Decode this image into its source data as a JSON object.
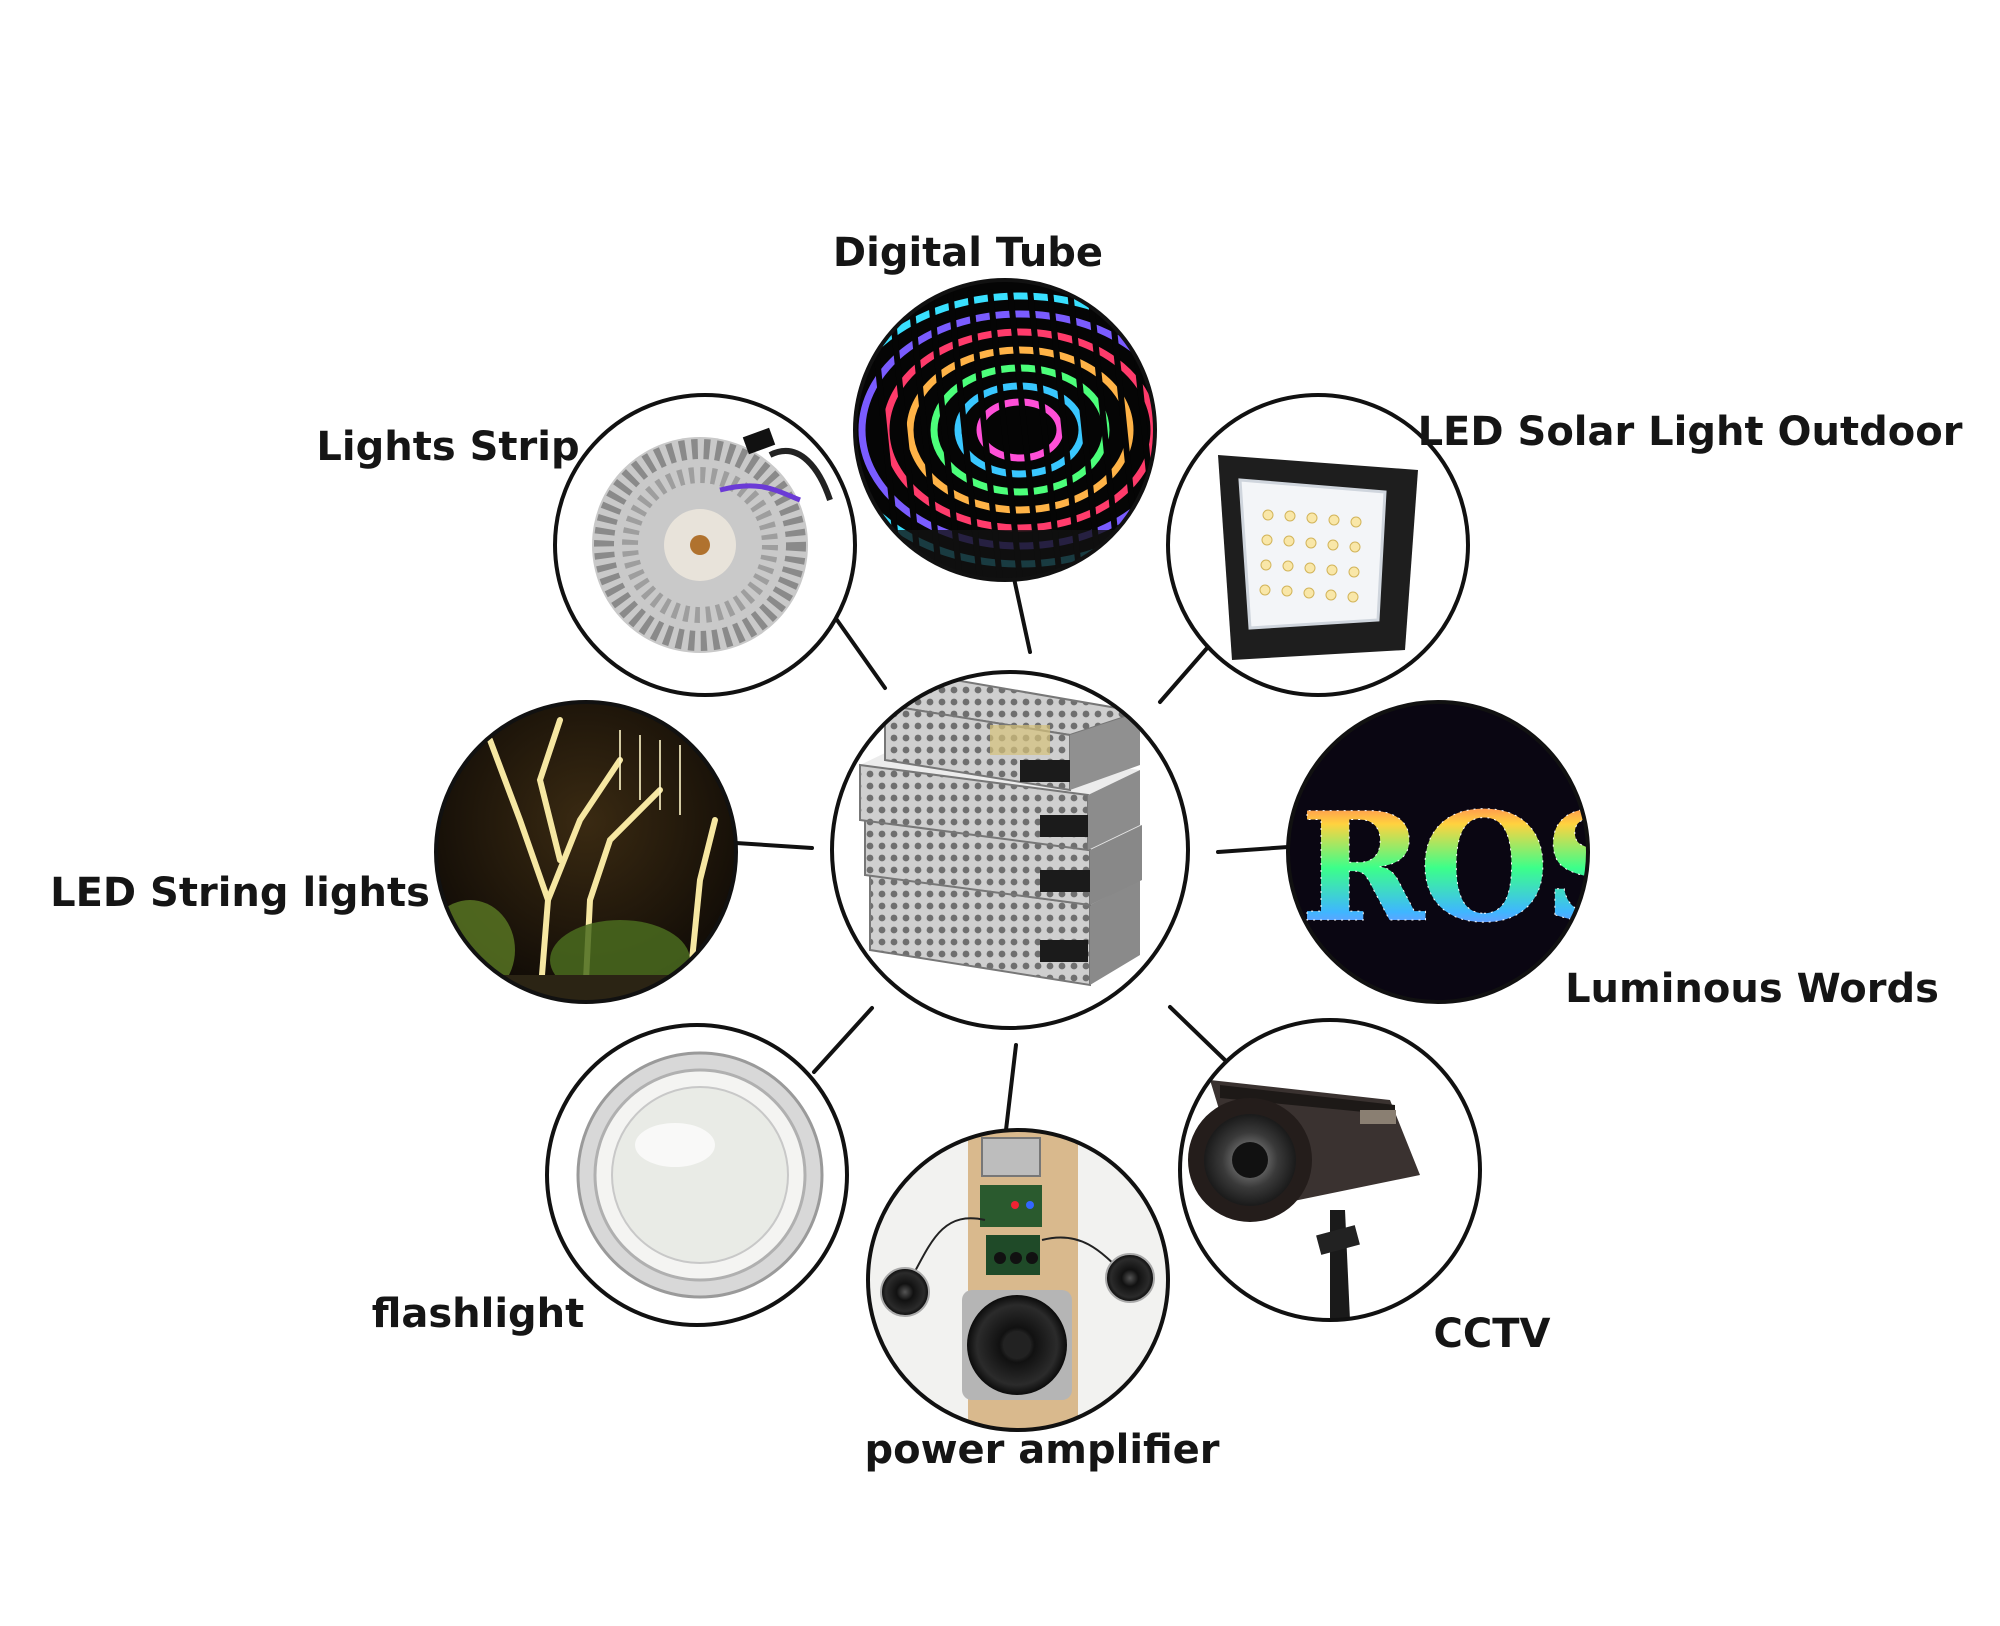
{
  "center": {
    "name": "power supply units"
  },
  "applications": [
    {
      "key": "digital-tube",
      "label": "Digital Tube"
    },
    {
      "key": "led-solar-light",
      "label": "LED Solar Light Outdoor"
    },
    {
      "key": "luminous-words",
      "label": "Luminous Words",
      "letters": "ROSEG"
    },
    {
      "key": "cctv",
      "label": "CCTV"
    },
    {
      "key": "power-amplifier",
      "label": "power amplifier"
    },
    {
      "key": "flashlight",
      "label": "flashlight"
    },
    {
      "key": "led-string-lights",
      "label": "LED String lights"
    },
    {
      "key": "lights-strip",
      "label": "Lights Strip"
    }
  ]
}
